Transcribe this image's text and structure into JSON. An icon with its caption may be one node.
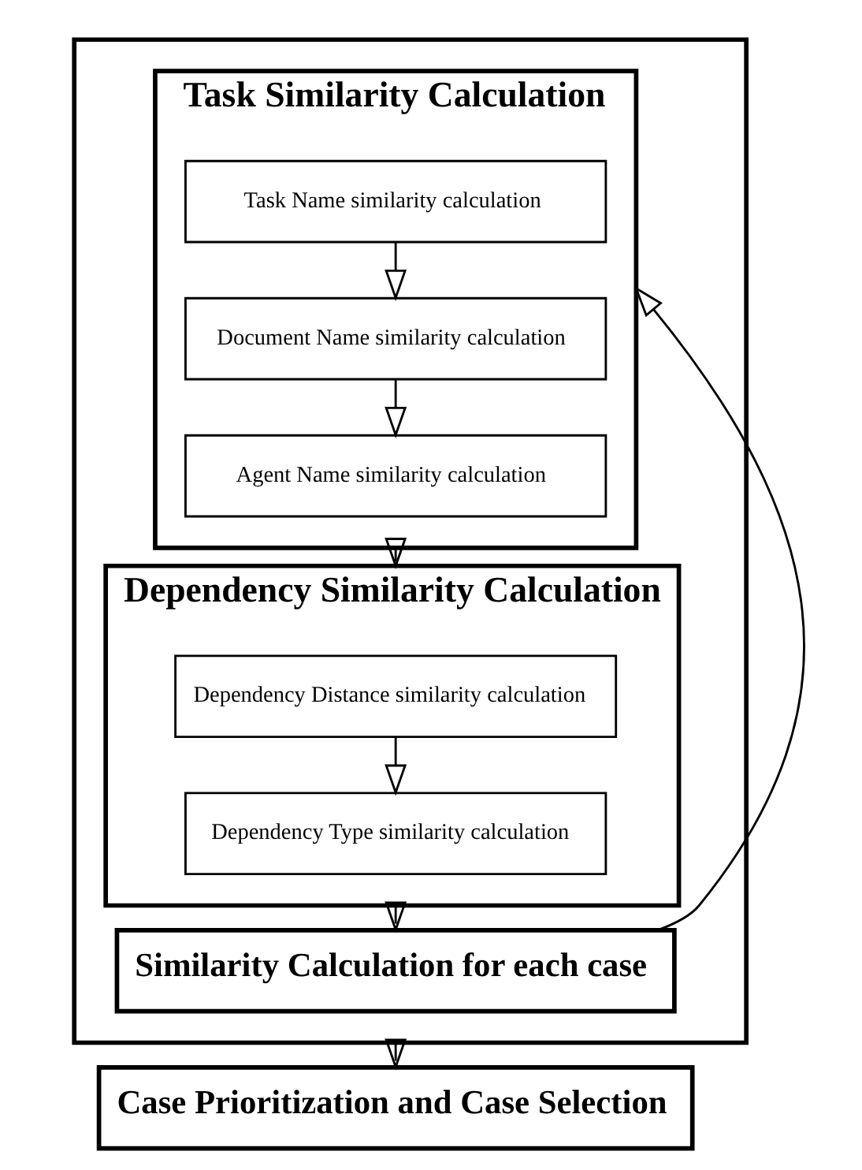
{
  "diagram": {
    "nodes": [
      {
        "text": [],
        "shape": "box"
      },
      {
        "text": [
          "Task Similarity Calculation"
        ],
        "in": 0
      },
      {
        "text": [
          "Task Name similarity calculation"
        ],
        "in": 1
      },
      {
        "text": [
          "Document Name similarity calculation"
        ],
        "in": 1
      },
      {
        "text": [
          "Agent Name similarity calculation"
        ],
        "in": 1
      },
      {
        "text": [
          "Dependency Similarity Calculation"
        ],
        "in": 0
      },
      {
        "text": [
          "Dependency Distance similarity calculation"
        ],
        "in": 5
      },
      {
        "text": [
          "Dependency Type similarity calculation"
        ],
        "in": 5
      },
      {
        "text": [
          "Similarity Calculation for each case"
        ],
        "in": 0
      },
      {
        "text": [
          "Case Prioritization and Case Selection"
        ]
      }
    ],
    "edges": [
      {
        "from": 2,
        "to": 3,
        "arrow": "to"
      },
      {
        "from": 3,
        "to": 4,
        "arrow": "to"
      },
      {
        "from": 1,
        "to": 5,
        "arrow": "to"
      },
      {
        "from": 6,
        "to": 7,
        "arrow": "to"
      },
      {
        "from": 5,
        "to": 8,
        "arrow": "to"
      },
      {
        "from": 8,
        "to": 1,
        "arrow": "to"
      },
      {
        "from": 0,
        "to": 9,
        "arrow": "to"
      }
    ]
  }
}
